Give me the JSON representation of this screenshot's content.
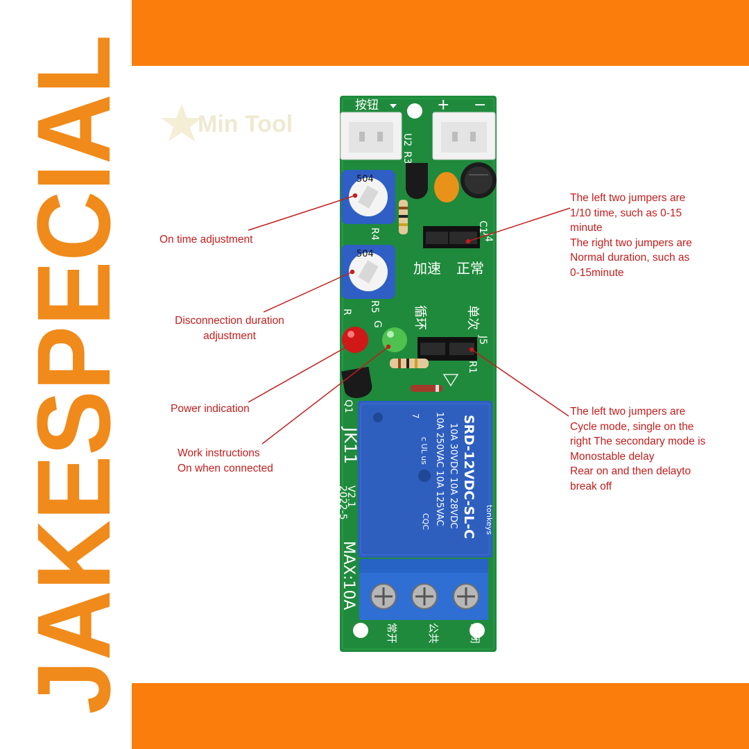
{
  "brand": {
    "wordmark": "JAKESPECIAL",
    "colors": {
      "band": "#fb7d0c",
      "brand_orange": "#f08a1a",
      "brand_black": "#111111"
    }
  },
  "watermark": {
    "text": "Min Tool"
  },
  "board": {
    "colors": {
      "pcb": "#1f8a3c",
      "relay": "#2e5fbf",
      "terminal": "#2f6fd4",
      "connector": "#f2f2f2",
      "pot": "#2f5fc4"
    },
    "top_labels": {
      "button": "按钮",
      "plus": "+",
      "minus": "−"
    },
    "pot_labels": [
      "504",
      "504"
    ],
    "jumper_labels": {
      "speed": "加速",
      "normal": "正常",
      "cycle": "循环",
      "single": "单次"
    },
    "terminal_labels": [
      "常开",
      "公共",
      "常闭"
    ],
    "model": "JK11",
    "version": "V2.1",
    "date": "2022-5",
    "max": "MAX:10A",
    "designators": [
      "U2",
      "R3",
      "R4",
      "R5",
      "R",
      "G",
      "C1",
      "J4",
      "J5",
      "R1",
      "Q1"
    ],
    "relay": {
      "lines": [
        "SRD-12VDC-SL-C",
        "10A 250VAC  10A 125VAC",
        "10A 30VDC   10A 28VDC"
      ],
      "brand": "tonkeys",
      "cert": "CQC",
      "ul": "c UL us",
      "pin": "7"
    }
  },
  "callouts": {
    "on_time": "On time adjustment",
    "disconnect": "Disconnection duration\nadjustment",
    "power": "Power indication",
    "work": "Work instructions\nOn when connected",
    "jumpers_top": "The left two jumpers are\n1/10 time, such as 0-15\nminute\nThe right two jumpers are\nNormal duration, such as\n0-15minute",
    "jumpers_bottom": "The left two jumpers are\nCycle mode, single on the\nright The secondary mode is\nMonostable delay\nRear on and then delayto\nbreak off"
  }
}
